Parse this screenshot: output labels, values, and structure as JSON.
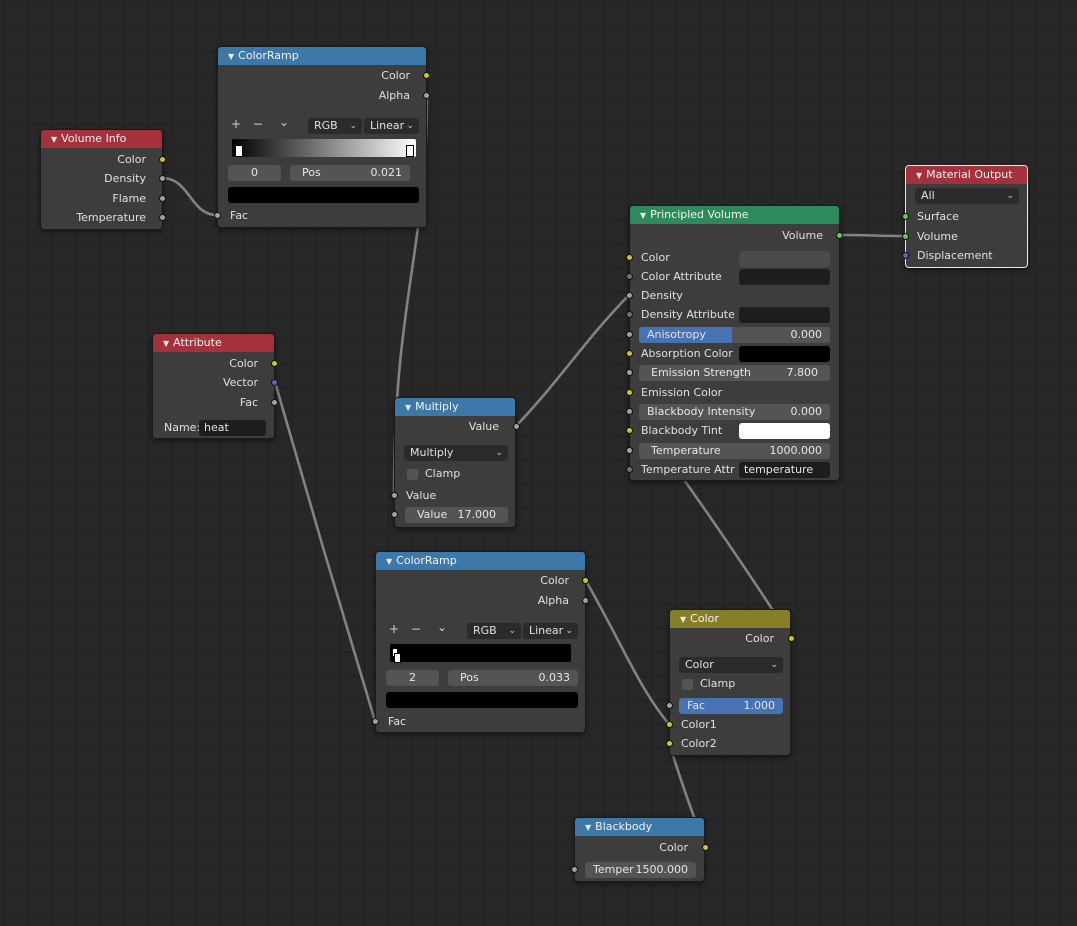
{
  "nodes": {
    "volume_info": {
      "title": "Volume Info",
      "outputs": [
        "Color",
        "Density",
        "Flame",
        "Temperature"
      ]
    },
    "colorramp1": {
      "title": "ColorRamp",
      "outputs": [
        "Color",
        "Alpha"
      ],
      "tools": {
        "add": "+",
        "remove": "−",
        "menu": "⌄"
      },
      "color_mode": "RGB",
      "interpolation": "Linear",
      "index": "0",
      "pos_label": "Pos",
      "pos_value": "0.021",
      "input": "Fac"
    },
    "attribute": {
      "title": "Attribute",
      "outputs": [
        "Color",
        "Vector",
        "Fac"
      ],
      "name_label": "Name:",
      "name_value": "heat"
    },
    "multiply": {
      "title": "Multiply",
      "output": "Value",
      "operation": "Multiply",
      "clamp_label": "Clamp",
      "input1": "Value",
      "input2_label": "Value",
      "input2_value": "17.000"
    },
    "colorramp2": {
      "title": "ColorRamp",
      "outputs": [
        "Color",
        "Alpha"
      ],
      "tools": {
        "add": "+",
        "remove": "−",
        "menu": "⌄"
      },
      "color_mode": "RGB",
      "interpolation": "Linear",
      "index": "2",
      "pos_label": "Pos",
      "pos_value": "0.033",
      "input": "Fac"
    },
    "principled_volume": {
      "title": "Principled Volume",
      "output": "Volume",
      "color": "Color",
      "color_attribute": "Color Attribute",
      "density": "Density",
      "density_attribute": "Density Attribute",
      "anisotropy_label": "Anisotropy",
      "anisotropy_value": "0.000",
      "absorption_color": "Absorption Color",
      "emission_strength_label": "Emission Strength",
      "emission_strength_value": "7.800",
      "emission_color": "Emission Color",
      "blackbody_intensity_label": "Blackbody Intensity",
      "blackbody_intensity_value": "0.000",
      "blackbody_tint": "Blackbody Tint",
      "temperature_label": "Temperature",
      "temperature_value": "1000.000",
      "temperature_attr_label": "Temperature Attr",
      "temperature_attr_value": "temperature"
    },
    "material_output": {
      "title": "Material Output",
      "target": "All",
      "inputs": [
        "Surface",
        "Volume",
        "Displacement"
      ]
    },
    "mix_color": {
      "title": "Color",
      "output": "Color",
      "blend_mode": "Color",
      "clamp_label": "Clamp",
      "fac_label": "Fac",
      "fac_value": "1.000",
      "fac_fraction": 1.0,
      "inputs": [
        "Color1",
        "Color2"
      ]
    },
    "blackbody": {
      "title": "Blackbody",
      "output": "Color",
      "temp_label": "Temper",
      "temp_value": "1500.000"
    }
  },
  "colors": {
    "shader_header": "#2d8a5a",
    "converter_header": "#3c79a8",
    "input_header": "#a4313c",
    "color_header": "#857f2a",
    "socket_color": "#c7c729",
    "socket_float": "#a1a1a1",
    "socket_vector": "#6363c7",
    "socket_shader": "#63c763"
  }
}
